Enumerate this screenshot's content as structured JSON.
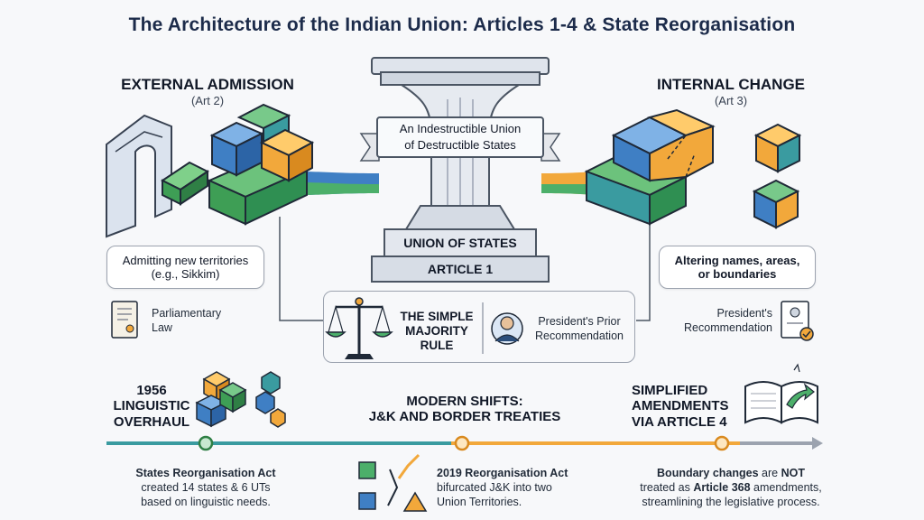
{
  "title": "The Architecture of the Indian Union: Articles 1-4 & State Reorganisation",
  "left_panel": {
    "heading": "EXTERNAL ADMISSION",
    "article": "(Art 2)",
    "box_line1": "Admitting new territories",
    "box_line2": "(e.g., Sikkim)",
    "law_line1": "Parliamentary",
    "law_line2": "Law"
  },
  "right_panel": {
    "heading": "INTERNAL CHANGE",
    "article": "(Art 3)",
    "box_line1": "Altering names, areas,",
    "box_line2": "or boundaries",
    "rec_line1": "President's",
    "rec_line2": "Recommendation"
  },
  "center": {
    "banner_line1": "An Indestructible Union",
    "banner_line2": "of Destructible States",
    "plaque": "UNION OF STATES",
    "base": "ARTICLE 1",
    "rule_line1": "THE SIMPLE",
    "rule_line2": "MAJORITY",
    "rule_line3": "RULE",
    "president_line1": "President's Prior",
    "president_line2": "Recommendation"
  },
  "timeline": {
    "items": [
      {
        "head_line1": "1956",
        "head_line2": "LINGUISTIC",
        "head_line3": "OVERHAUL",
        "text_bold": "States Reorganisation Act",
        "text_line2": "created 14 states & 6 UTs",
        "text_line3": "based on linguistic needs."
      },
      {
        "head_line1": "MODERN SHIFTS:",
        "head_line2": "J&K AND BORDER TREATIES",
        "text_bold": "2019 Reorganisation Act",
        "text_line2": "bifurcated J&K into two",
        "text_line3": "Union Territories."
      },
      {
        "head_line1": "SIMPLIFIED",
        "head_line2": "AMENDMENTS",
        "head_line3": "VIA ARTICLE 4",
        "text_bold1": "Boundary changes",
        "text_mid1": " are ",
        "text_bold2": "NOT",
        "text_line2a": "treated as ",
        "text_bold3": "Article 368",
        "text_line2b": " amendments,",
        "text_line3": "streamlining the legislative process."
      }
    ]
  },
  "colors": {
    "green": "#4caf6a",
    "blue": "#3f7fc4",
    "orange": "#f2a83b",
    "teal": "#3a9ba0",
    "navy": "#1c2b4a"
  }
}
